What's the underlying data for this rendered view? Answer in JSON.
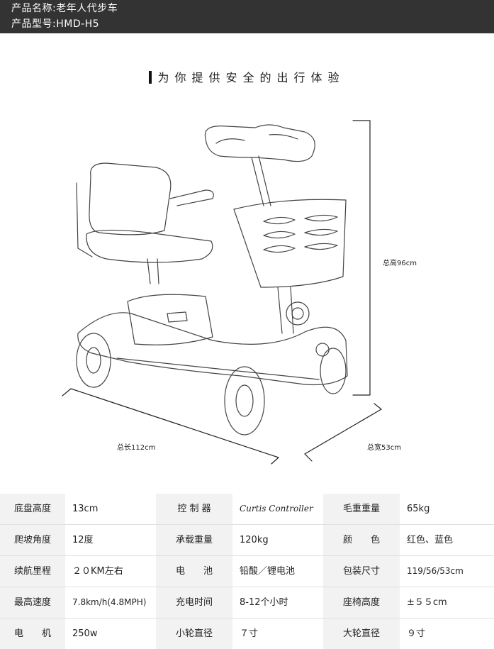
{
  "header": {
    "product_name": "产品名称:老年人代步车",
    "product_model": "产品型号:HMD-H5"
  },
  "slogan": "为你提供安全的出行体验",
  "dimensions": {
    "height": "总高96cm",
    "length": "总长112cm",
    "width": "总宽53cm"
  },
  "specs": [
    [
      {
        "label": "底盘高度",
        "value": "13cm"
      },
      {
        "label": "控 制 器",
        "value": "Curtis Controller"
      },
      {
        "label": "毛重重量",
        "value": "65kg"
      }
    ],
    [
      {
        "label": "爬坡角度",
        "value": "12度"
      },
      {
        "label": "承载重量",
        "value": "120kg"
      },
      {
        "label": "颜　　色",
        "value": "红色、蓝色"
      }
    ],
    [
      {
        "label": "续航里程",
        "value": "２０KM左右"
      },
      {
        "label": "电　　池",
        "value": "铅酸／锂电池"
      },
      {
        "label": "包装尺寸",
        "value": "119/56/53cm"
      }
    ],
    [
      {
        "label": "最高速度",
        "value": "7.8km/h(4.8MPH)"
      },
      {
        "label": "充电时间",
        "value": "8-12个小时"
      },
      {
        "label": "座椅高度",
        "value": "±５５cm"
      }
    ],
    [
      {
        "label": "电　　机",
        "value": "250w"
      },
      {
        "label": "小轮直径",
        "value": "７寸"
      },
      {
        "label": "大轮直径",
        "value": "９寸"
      }
    ]
  ]
}
